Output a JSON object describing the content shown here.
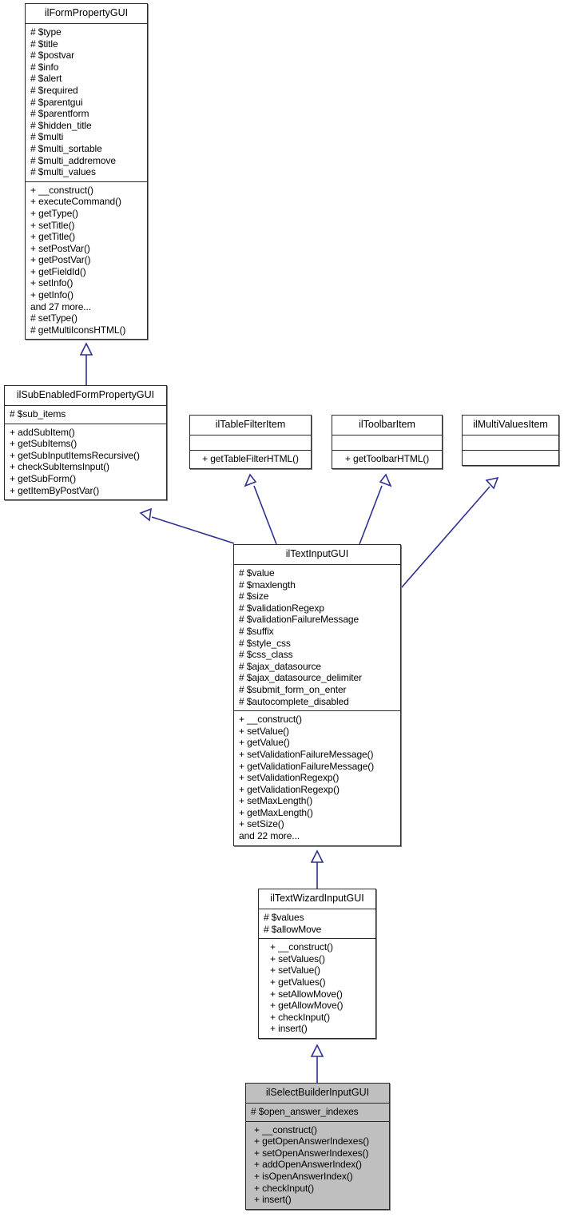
{
  "diagram": {
    "kind": "uml-class-inheritance-diagram",
    "background": "#ffffff",
    "edge_color": "#2e3192",
    "border_color": "#2a2a2a",
    "highlight_fill": "#bfbfbf"
  },
  "classes": [
    {
      "id": "ilFormPropertyGUI",
      "title": "ilFormPropertyGUI",
      "highlighted": false,
      "attributes": [
        "# $type",
        "# $title",
        "# $postvar",
        "# $info",
        "# $alert",
        "# $required",
        "# $parentgui",
        "# $parentform",
        "# $hidden_title",
        "# $multi",
        "# $multi_sortable",
        "# $multi_addremove",
        "# $multi_values"
      ],
      "methods": [
        "+ __construct()",
        "+ executeCommand()",
        "+ getType()",
        "+ setTitle()",
        "+ getTitle()",
        "+ setPostVar()",
        "+ getPostVar()",
        "+ getFieldId()",
        "+ setInfo()",
        "+ getInfo()",
        "and 27 more...",
        "# setType()",
        "# getMultiIconsHTML()"
      ]
    },
    {
      "id": "ilSubEnabledFormPropertyGUI",
      "title": "ilSubEnabledFormPropertyGUI",
      "highlighted": false,
      "attributes": [
        "# $sub_items"
      ],
      "methods": [
        "+ addSubItem()",
        "+ getSubItems()",
        "+ getSubInputItemsRecursive()",
        "+ checkSubItemsInput()",
        "+ getSubForm()",
        "+ getItemByPostVar()"
      ]
    },
    {
      "id": "ilTableFilterItem",
      "title": "ilTableFilterItem",
      "highlighted": false,
      "attributes": [],
      "methods": [
        "+ getTableFilterHTML()"
      ]
    },
    {
      "id": "ilToolbarItem",
      "title": "ilToolbarItem",
      "highlighted": false,
      "attributes": [],
      "methods": [
        "+ getToolbarHTML()"
      ]
    },
    {
      "id": "ilMultiValuesItem",
      "title": "ilMultiValuesItem",
      "highlighted": false,
      "attributes": [],
      "methods": []
    },
    {
      "id": "ilTextInputGUI",
      "title": "ilTextInputGUI",
      "highlighted": false,
      "attributes": [
        "# $value",
        "# $maxlength",
        "# $size",
        "# $validationRegexp",
        "# $validationFailureMessage",
        "# $suffix",
        "# $style_css",
        "# $css_class",
        "# $ajax_datasource",
        "# $ajax_datasource_delimiter",
        "# $submit_form_on_enter",
        "# $autocomplete_disabled"
      ],
      "methods": [
        "+ __construct()",
        "+ setValue()",
        "+ getValue()",
        "+ setValidationFailureMessage()",
        "+ getValidationFailureMessage()",
        "+ setValidationRegexp()",
        "+ getValidationRegexp()",
        "+ setMaxLength()",
        "+ getMaxLength()",
        "+ setSize()",
        "and 22 more..."
      ]
    },
    {
      "id": "ilTextWizardInputGUI",
      "title": "ilTextWizardInputGUI",
      "highlighted": false,
      "attributes": [
        "# $values",
        "# $allowMove"
      ],
      "methods": [
        "+ __construct()",
        "+ setValues()",
        "+ setValue()",
        "+ getValues()",
        "+ setAllowMove()",
        "+ getAllowMove()",
        "+ checkInput()",
        "+ insert()"
      ]
    },
    {
      "id": "ilSelectBuilderInputGUI",
      "title": "ilSelectBuilderInputGUI",
      "highlighted": true,
      "attributes": [
        "# $open_answer_indexes"
      ],
      "methods": [
        "+ __construct()",
        "+ getOpenAnswerIndexes()",
        "+ setOpenAnswerIndexes()",
        "+ addOpenAnswerIndex()",
        "+ isOpenAnswerIndex()",
        "+ checkInput()",
        "+ insert()"
      ]
    }
  ],
  "edges": [
    {
      "from": "ilSubEnabledFormPropertyGUI",
      "to": "ilFormPropertyGUI",
      "type": "generalization"
    },
    {
      "from": "ilTextInputGUI",
      "to": "ilSubEnabledFormPropertyGUI",
      "type": "generalization"
    },
    {
      "from": "ilTextInputGUI",
      "to": "ilTableFilterItem",
      "type": "realization"
    },
    {
      "from": "ilTextInputGUI",
      "to": "ilToolbarItem",
      "type": "realization"
    },
    {
      "from": "ilTextInputGUI",
      "to": "ilMultiValuesItem",
      "type": "realization"
    },
    {
      "from": "ilTextWizardInputGUI",
      "to": "ilTextInputGUI",
      "type": "generalization"
    },
    {
      "from": "ilSelectBuilderInputGUI",
      "to": "ilTextWizardInputGUI",
      "type": "generalization"
    }
  ]
}
